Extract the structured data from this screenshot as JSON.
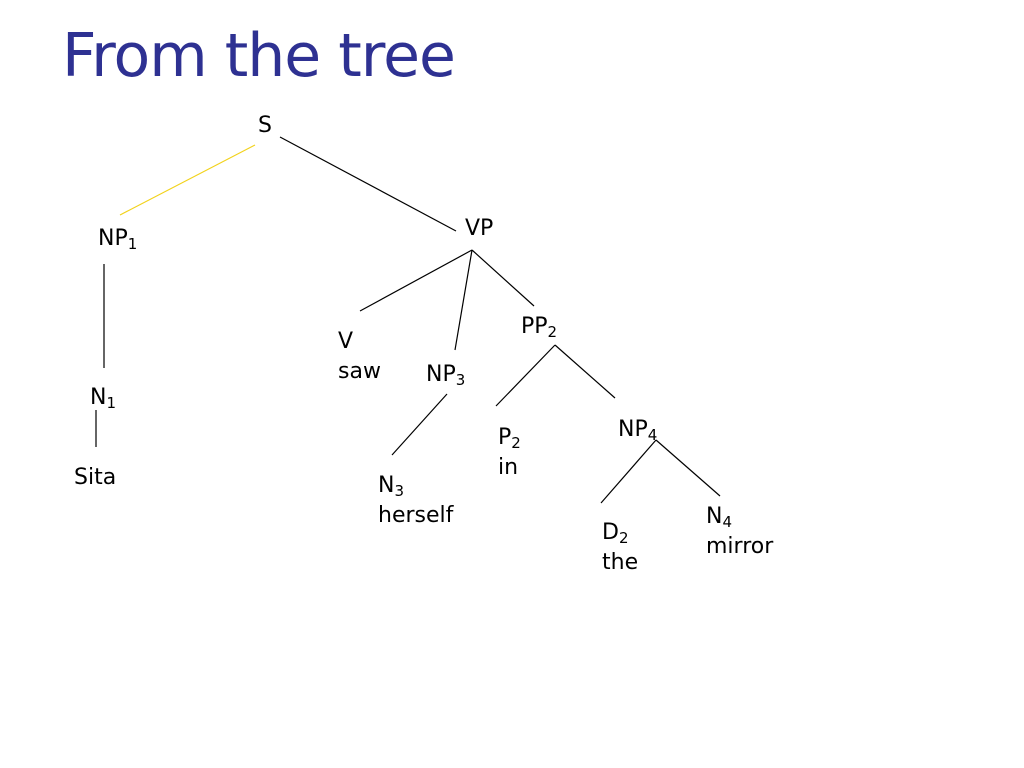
{
  "slide": {
    "title": "From the tree",
    "title_color": "#2E3192"
  },
  "tree": {
    "highlight_color": "#F2D21B",
    "line_color": "#000000",
    "nodes": {
      "s": {
        "label": "S",
        "sub": "",
        "word": ""
      },
      "np1": {
        "label": "NP",
        "sub": "1",
        "word": ""
      },
      "vp": {
        "label": "VP",
        "sub": "",
        "word": ""
      },
      "n1": {
        "label": "N",
        "sub": "1",
        "word": ""
      },
      "sita": {
        "label": "Sita",
        "sub": "",
        "word": ""
      },
      "v": {
        "label": "V",
        "sub": "",
        "word": "saw"
      },
      "np3": {
        "label": "NP",
        "sub": "3",
        "word": ""
      },
      "pp2": {
        "label": "PP",
        "sub": "2",
        "word": ""
      },
      "n3": {
        "label": "N",
        "sub": "3",
        "word": "herself"
      },
      "p2": {
        "label": "P",
        "sub": "2",
        "word": "in"
      },
      "np4": {
        "label": "NP",
        "sub": "4",
        "word": ""
      },
      "d2": {
        "label": "D",
        "sub": "2",
        "word": "the"
      },
      "n4": {
        "label": "N",
        "sub": "4",
        "word": "mirror"
      }
    }
  }
}
